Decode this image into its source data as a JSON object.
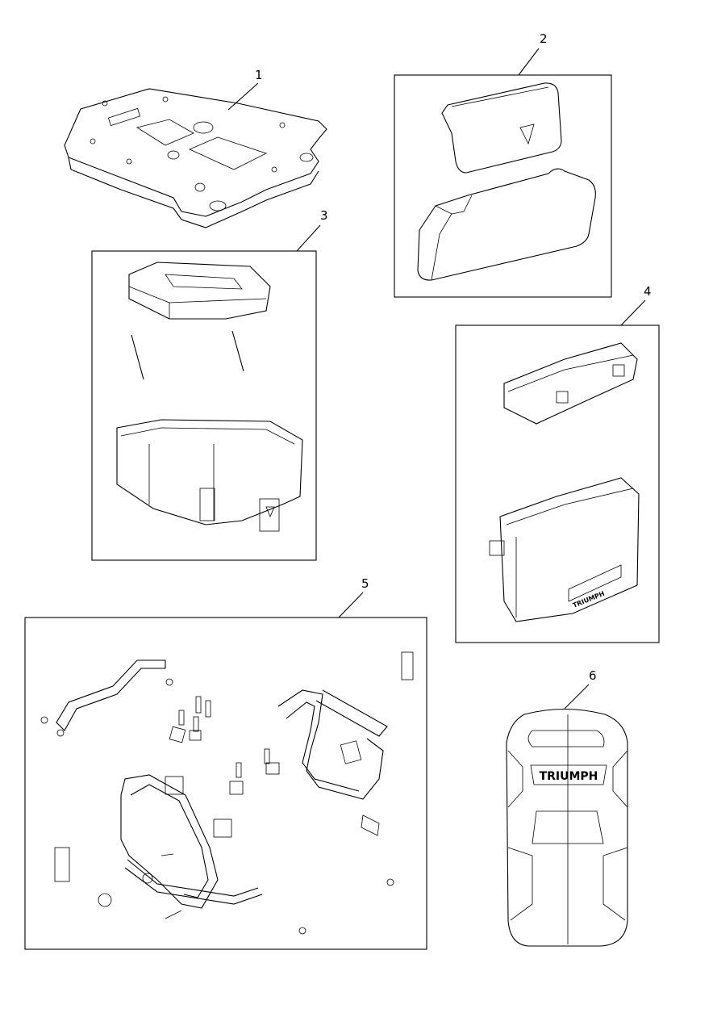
{
  "diagram": {
    "callouts": [
      {
        "id": "1",
        "label": "1"
      },
      {
        "id": "2",
        "label": "2"
      },
      {
        "id": "3",
        "label": "3"
      },
      {
        "id": "4",
        "label": "4"
      },
      {
        "id": "5",
        "label": "5"
      },
      {
        "id": "6",
        "label": "6"
      }
    ],
    "embossed_brand": "TRIUMPH",
    "colors": {
      "line": "#000000",
      "background": "#ffffff"
    }
  }
}
